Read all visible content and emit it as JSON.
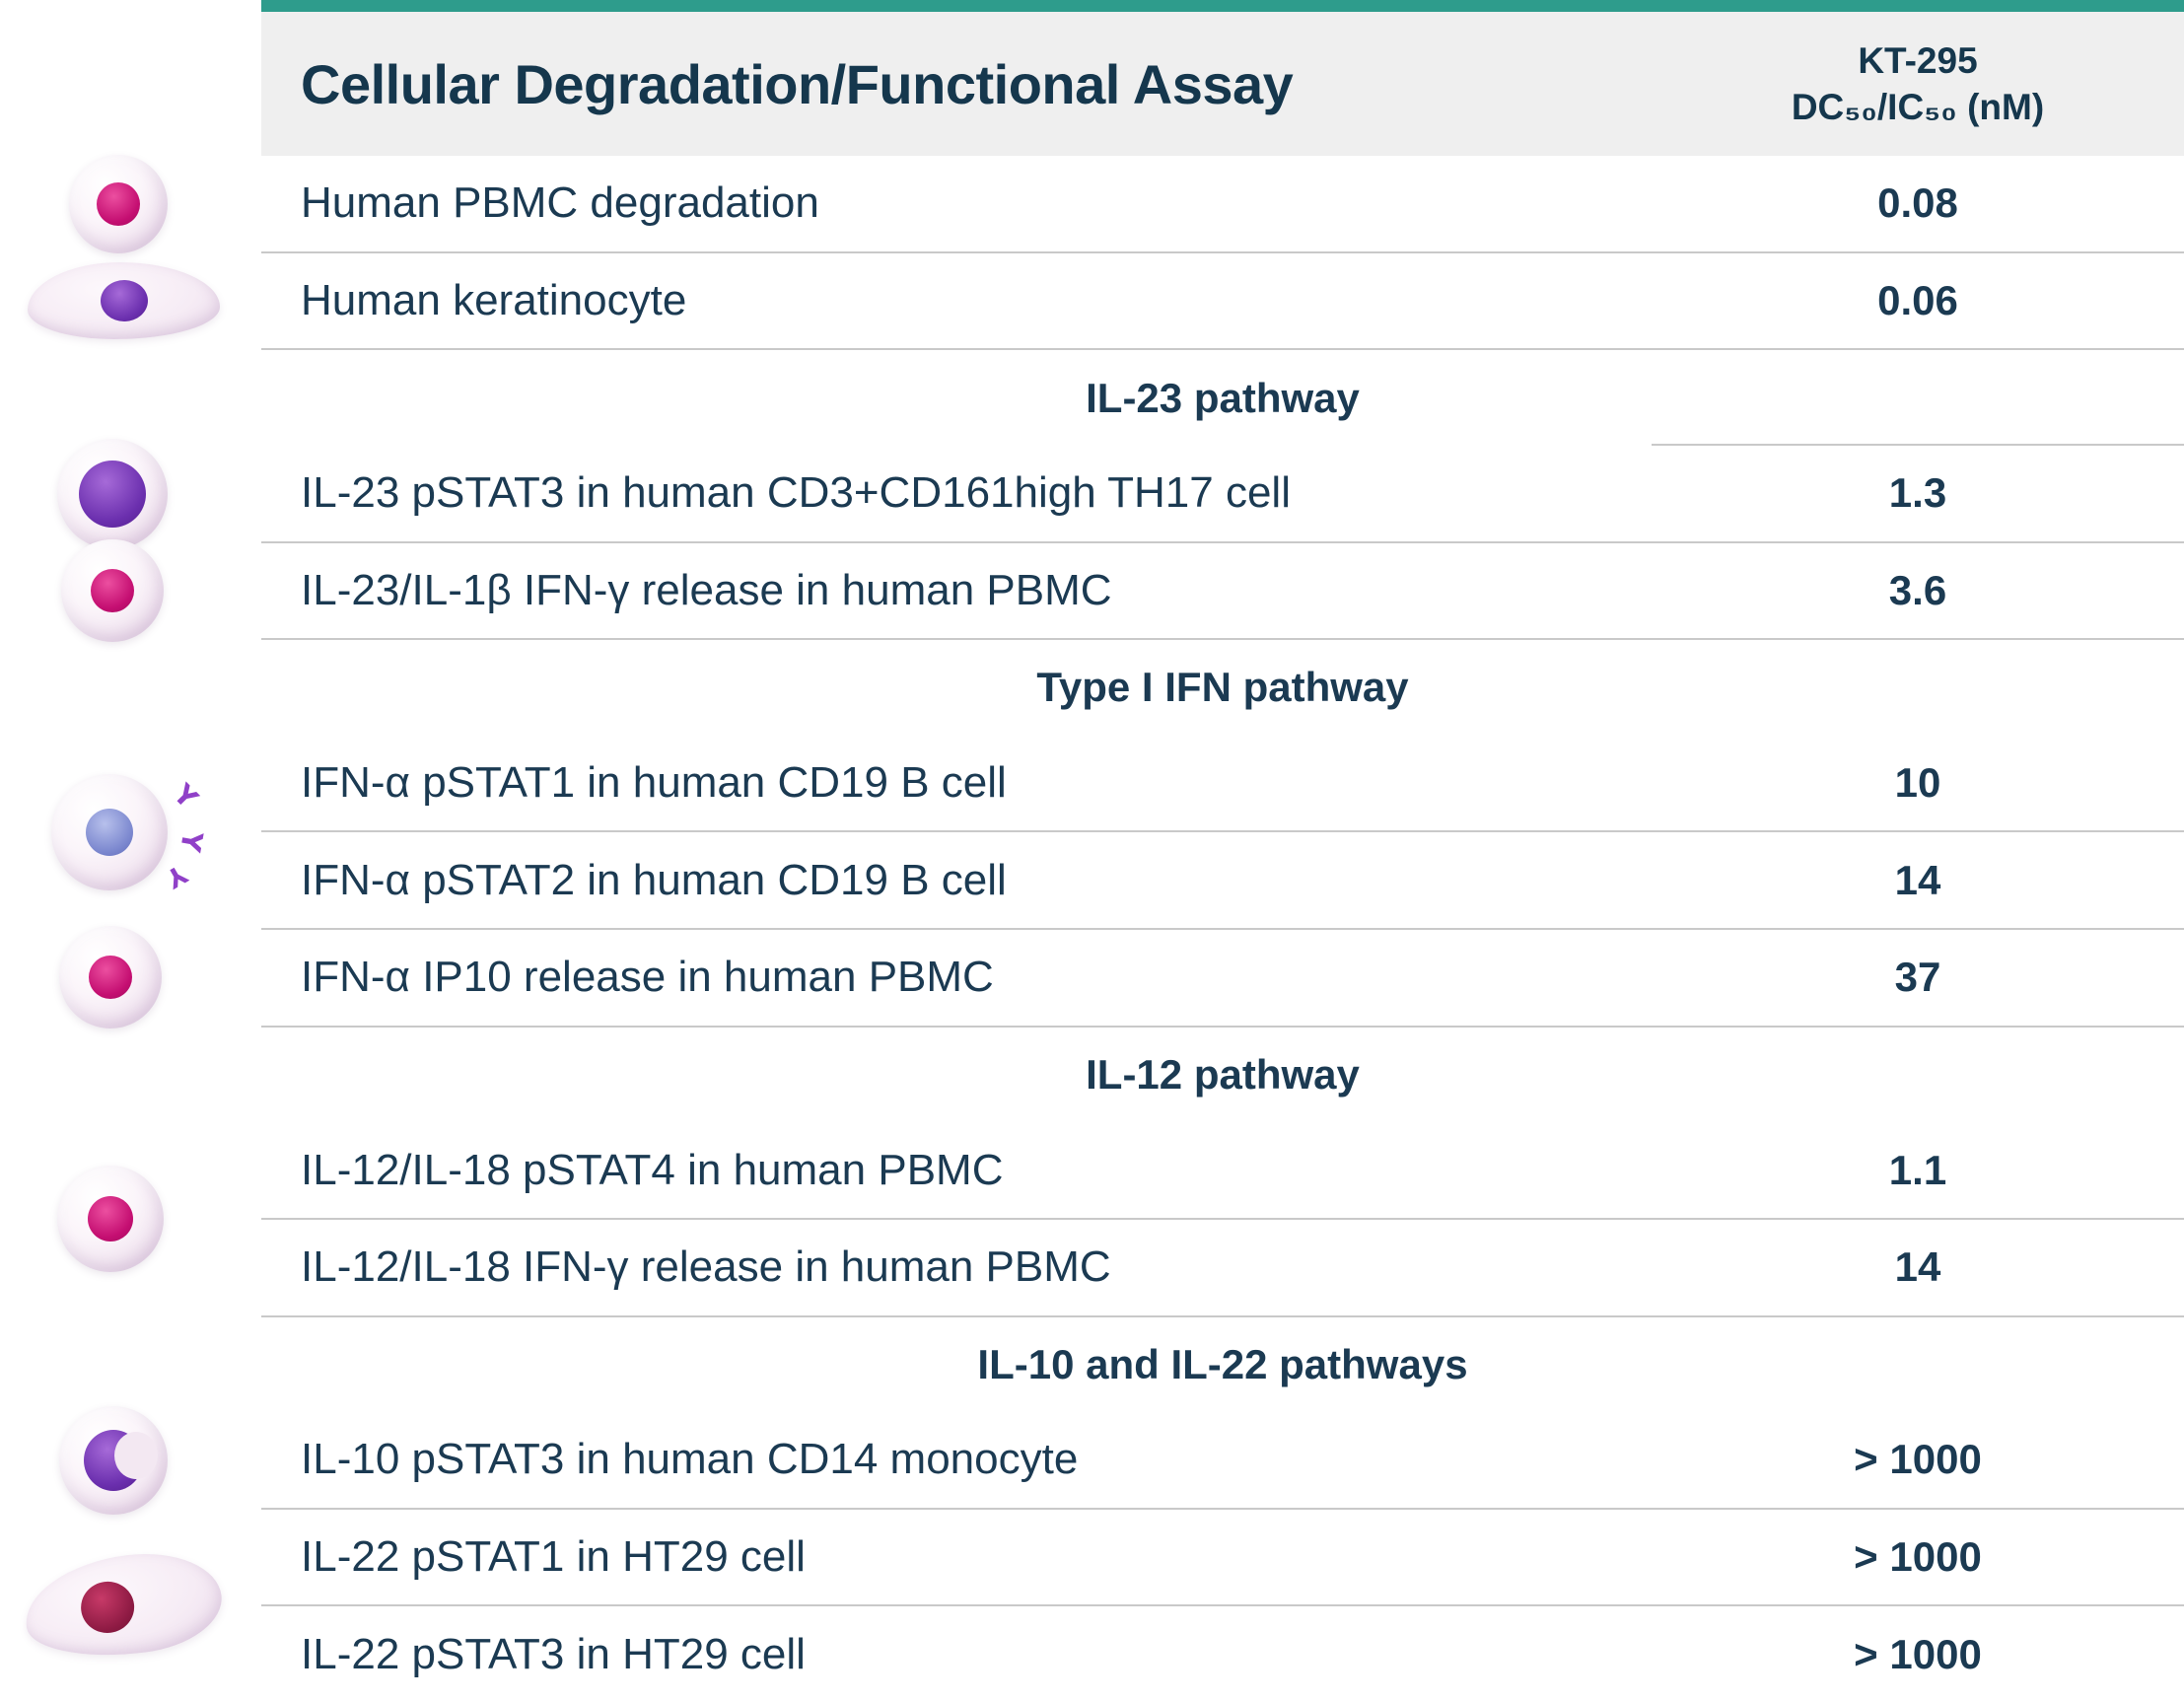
{
  "theme": {
    "accent_teal": "#2e9c8c",
    "header_bg": "#efefef",
    "text_color": "#1b3a52",
    "divider_color": "#c9c9c9",
    "pink_nucleus": "#c40e71",
    "purple_nucleus": "#6b2fae",
    "blue_nucleus": "#7c88cf",
    "darkred_nucleus": "#8f1b44"
  },
  "header": {
    "title": "Cellular Degradation/Functional Assay",
    "compound": "KT-295",
    "metric": "DC₅₀/IC₅₀ (nM)"
  },
  "icons": [
    {
      "name": "pbmc-cell-icon",
      "nucleus": "pink"
    },
    {
      "name": "keratinocyte-cell-icon",
      "nucleus": "purple"
    },
    {
      "name": "th17-cell-icon",
      "nucleus": "purple"
    },
    {
      "name": "pbmc-cell-icon",
      "nucleus": "pink"
    },
    {
      "name": "b-cell-icon",
      "nucleus": "blue"
    },
    {
      "name": "pbmc-cell-icon",
      "nucleus": "pink"
    },
    {
      "name": "pbmc-cell-icon",
      "nucleus": "pink"
    },
    {
      "name": "monocyte-cell-icon",
      "nucleus": "purple"
    },
    {
      "name": "ht29-cell-icon",
      "nucleus": "darkred"
    }
  ],
  "chart_data": {
    "type": "table",
    "title": "Cellular Degradation/Functional Assay",
    "columns": [
      "Cellular Degradation/Functional Assay",
      "KT-295 DC₅₀/IC₅₀ (nM)"
    ],
    "rows": [
      {
        "type": "data",
        "label": "Human PBMC degradation",
        "value": "0.08"
      },
      {
        "type": "data",
        "label": "Human keratinocyte",
        "value": "0.06"
      },
      {
        "type": "section",
        "label": "IL-23 pathway"
      },
      {
        "type": "data",
        "label": "IL-23 pSTAT3 in human CD3+CD161high TH17 cell",
        "value": "1.3"
      },
      {
        "type": "data",
        "label": "IL-23/IL-1β IFN-γ release in human PBMC",
        "value": "3.6"
      },
      {
        "type": "section",
        "label": "Type I IFN pathway"
      },
      {
        "type": "data",
        "label": "IFN-α pSTAT1 in human CD19 B cell",
        "value": "10"
      },
      {
        "type": "data",
        "label": "IFN-α pSTAT2 in human CD19 B cell",
        "value": "14"
      },
      {
        "type": "data",
        "label": "IFN-α IP10 release in human PBMC",
        "value": "37"
      },
      {
        "type": "section",
        "label": "IL-12 pathway"
      },
      {
        "type": "data",
        "label": "IL-12/IL-18 pSTAT4 in human PBMC",
        "value": "1.1"
      },
      {
        "type": "data",
        "label": "IL-12/IL-18 IFN-γ release in human PBMC",
        "value": "14"
      },
      {
        "type": "section",
        "label": "IL-10 and IL-22 pathways"
      },
      {
        "type": "data",
        "label": "IL-10 pSTAT3 in human CD14 monocyte",
        "value": "> 1000"
      },
      {
        "type": "data",
        "label": "IL-22 pSTAT1 in HT29 cell",
        "value": "> 1000"
      },
      {
        "type": "data",
        "label": "IL-22 pSTAT3 in HT29 cell",
        "value": "> 1000"
      }
    ]
  }
}
